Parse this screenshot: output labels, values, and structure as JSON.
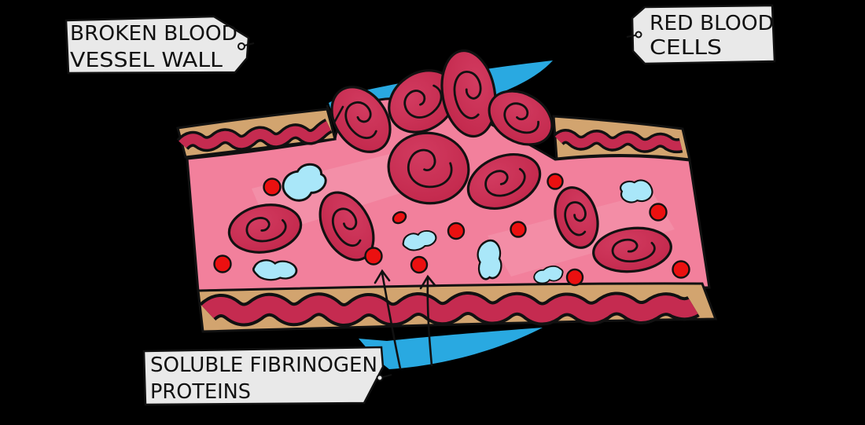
{
  "labels": {
    "broken_vessel_wall": {
      "line1": "BROKEN BLOOD",
      "line2": "VESSEL WALL"
    },
    "red_blood_cells": {
      "line1": "RED BLOOD",
      "line2": "CELLS"
    },
    "soluble_fibrinogen": {
      "line1": "SOLUBLE FIBRINOGEN",
      "line2": "PROTEINS"
    }
  },
  "colors": {
    "background": "#000000",
    "vessel_interior": "#F2809C",
    "vessel_wall_tan": "#D2A46F",
    "vessel_wall_lining": "#C52B50",
    "red_blood_cell": "#C42A4E",
    "red_blood_cell_light": "#D23B60",
    "fibrinogen_dot": "#EB1010",
    "platelet": "#A9E7F9",
    "arrow_blue": "#29A9E1",
    "label_bg": "#E9E9E9",
    "outline": "#111111"
  }
}
